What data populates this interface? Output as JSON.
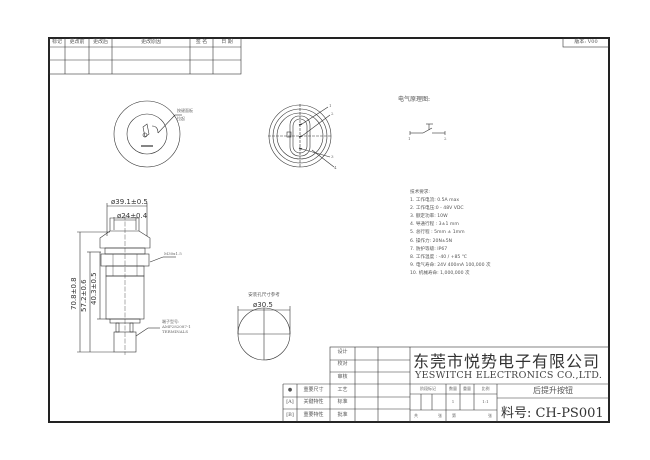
{
  "revision_table": {
    "headers": [
      "标记",
      "更改前",
      "更改后",
      "更改原因",
      "签 名",
      "日 期"
    ],
    "rows": [
      [
        "",
        "",
        "",
        "",
        "",
        ""
      ],
      [
        "",
        "",
        "",
        "",
        "",
        ""
      ]
    ]
  },
  "version": "版本: V00",
  "views": {
    "top_view_label": [
      "按键面板",
      "拉起"
    ],
    "connector_pins": [
      "1",
      "2",
      "3",
      "4"
    ],
    "panel_cutout_label": "安装孔尺寸参考",
    "panel_cutout_dim": "ø30.5",
    "nut_label": "M30x1.5",
    "wire_label": [
      "端子型号:",
      "AMP282087-1",
      "TERMINALS"
    ]
  },
  "dimensions": {
    "outer_diameter": "ø39.1±0.5",
    "inner_diameter": "ø24±0.4",
    "total_height": "70.8±0.8",
    "height_2": "57.2±0.6",
    "height_3": "40.3±0.5"
  },
  "schematic": {
    "title": "电气原理图:",
    "pin_left": "1",
    "pin_right": "2"
  },
  "tech_requirements": {
    "title": "技术要求:",
    "items": [
      "1. 工作电流: 0.5A max",
      "2. 工作电压:0 - 48V VDC",
      "3. 额定功率: 10W",
      "4. 导通行程 : 3±1 mm",
      "5. 总行程 : 5mm ± 1mm",
      "6. 操作力: 20N±5N",
      "7. 防护等级: IP67",
      "8. 工作温度 : -40 / +85 ℃",
      "9. 电气寿命: 24V 400mA 100,000 次",
      "10. 机械寿命: 1,000,000 次"
    ]
  },
  "title_block": {
    "roles": [
      "设计",
      "校对",
      "审核",
      "工艺",
      "标准",
      "批准"
    ],
    "legend": [
      {
        "symbol": "●",
        "text": "重要尺寸"
      },
      {
        "symbol": "[A]",
        "text": "关键特性"
      },
      {
        "symbol": "[B]",
        "text": "重要特性"
      }
    ],
    "company_cn": "东莞市悦势电子有限公司",
    "company_en": "YESWITCH ELECTRONICS CO.,LTD.",
    "stage_headers": [
      "阶段标记",
      "数量",
      "重量",
      "比例"
    ],
    "quantity": "1",
    "scale": "1:1",
    "sheet_info": [
      "共",
      "张",
      "第",
      "张"
    ],
    "product_name": "后提升按钮",
    "part_number": "料号: CH-PS001"
  }
}
